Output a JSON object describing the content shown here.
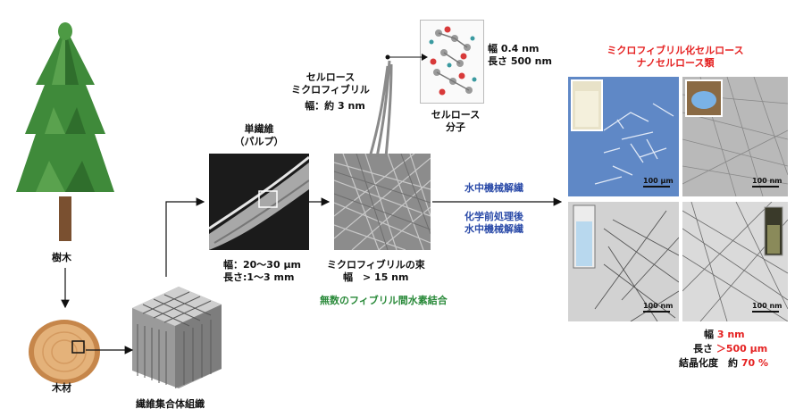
{
  "colors": {
    "label_blue": "#2a4aa8",
    "label_green": "#2a8a3a",
    "label_red": "#e52222",
    "tree_green": "#3f8a3a",
    "trunk": "#7a5030",
    "wood": "#e4b27a"
  },
  "tree": {
    "label": "樹木"
  },
  "wood": {
    "label": "木材"
  },
  "fiber_structure": {
    "label": "繊維集合体組織"
  },
  "single_fiber": {
    "title_line1": "単繊維",
    "title_line2": "（パルプ）",
    "width": "幅：20～30 μm",
    "length": "長さ:1～3 mm"
  },
  "microfibril": {
    "title_line1": "セルロース",
    "title_line2": "ミクロフィブリル",
    "width": "幅：約 3 nm"
  },
  "molecule": {
    "width": "幅 0.4 nm",
    "length": "長さ 500 nm",
    "label_line1": "セルロース",
    "label_line2": "分子"
  },
  "bundle": {
    "label": "ミクロフィブリルの束",
    "width": "幅　> 15 nm"
  },
  "hydrogen_bond": "無数のフィブリル間水素結合",
  "process": {
    "mech": "水中機械解繊",
    "chem_line1": "化学前処理後",
    "chem_line2": "水中機械解繊"
  },
  "products": {
    "title_line1": "ミクロフィブリル化セルロース",
    "title_line2": "ナノセルロース類",
    "scale_labels": [
      "100 μm",
      "100 nm",
      "100 nm",
      "100 nm"
    ]
  },
  "result": {
    "width_prefix": "幅",
    "width_value": "3 nm",
    "length_prefix": "長さ",
    "length_value": "＞500 μm",
    "cryst_prefix": "結晶化度　約",
    "cryst_value": "70 %"
  }
}
